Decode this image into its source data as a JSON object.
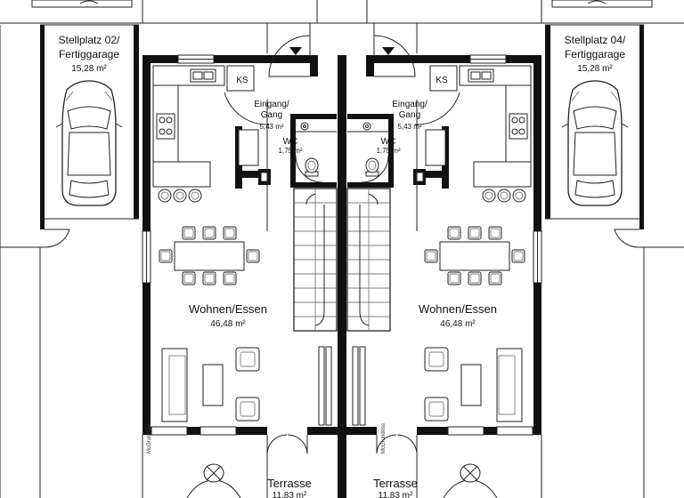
{
  "rooms": {
    "stellplatz_left": {
      "line1": "Stellplatz 02/",
      "line2": "Fertiggarage",
      "area": "15,28 m²"
    },
    "stellplatz_right": {
      "line1": "Stellplatz 04/",
      "line2": "Fertiggarage",
      "area": "15,28 m²"
    },
    "eingang_left": {
      "line1": "Eingang/",
      "line2": "Gang",
      "area": "5,43 m²"
    },
    "eingang_right": {
      "line1": "Eingang/",
      "line2": "Gang",
      "area": "5,43 m²"
    },
    "wc_left": {
      "name": "WC",
      "area": "1,75 m²"
    },
    "wc_right": {
      "name": "WC",
      "area": "1,75 m²"
    },
    "wohnen_left": {
      "name": "Wohnen/Essen",
      "area": "46,48 m²"
    },
    "wohnen_right": {
      "name": "Wohnen/Essen",
      "area": "46,48 m²"
    },
    "terrasse_left": {
      "name": "Terrasse",
      "area": "11,83 m²"
    },
    "terrasse_right": {
      "name": "Terrasse",
      "area": "11,83 m²"
    }
  },
  "fixtures": {
    "ks_left": "KS",
    "ks_right": "KS"
  },
  "watermark": {
    "left": "McGrundriss",
    "right": "McGrundriss"
  },
  "colors": {
    "wall": "#111111",
    "line": "#222222",
    "background": "#ffffff"
  }
}
